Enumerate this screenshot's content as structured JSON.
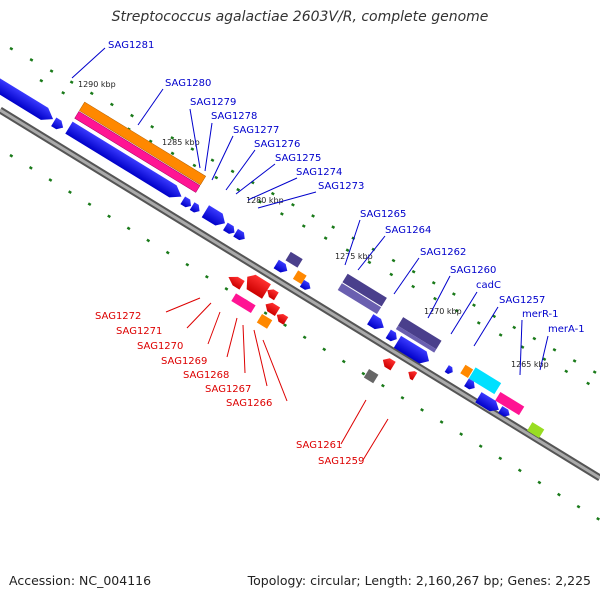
{
  "title": "Streptococcus agalactiae 2603V/R, complete genome",
  "footer": {
    "accession": "Accession: NC_004116",
    "topology": "Topology: circular; Length: 2,160,267 bp; Genes: 2,225"
  },
  "colors": {
    "forward_label": "#0000cc",
    "reverse_label": "#dd0000",
    "backbone": "#888888",
    "tick": "#1a7a1a"
  },
  "positions": [
    "1290 kbp",
    "1285 kbp",
    "1280 kbp",
    "1275 kbp",
    "1270 kbp",
    "1265 kbp"
  ],
  "forward_labels": [
    "SAG1281",
    "SAG1280",
    "SAG1279",
    "SAG1278",
    "SAG1277",
    "SAG1276",
    "SAG1275",
    "SAG1274",
    "SAG1273",
    "SAG1265",
    "SAG1264",
    "SAG1262",
    "SAG1260",
    "cadC",
    "SAG1257",
    "merR-1",
    "merA-1"
  ],
  "reverse_labels": [
    "SAG1272",
    "SAG1271",
    "SAG1270",
    "SAG1269",
    "SAG1268",
    "SAG1267",
    "SAG1266",
    "SAG1261",
    "SAG1259"
  ]
}
